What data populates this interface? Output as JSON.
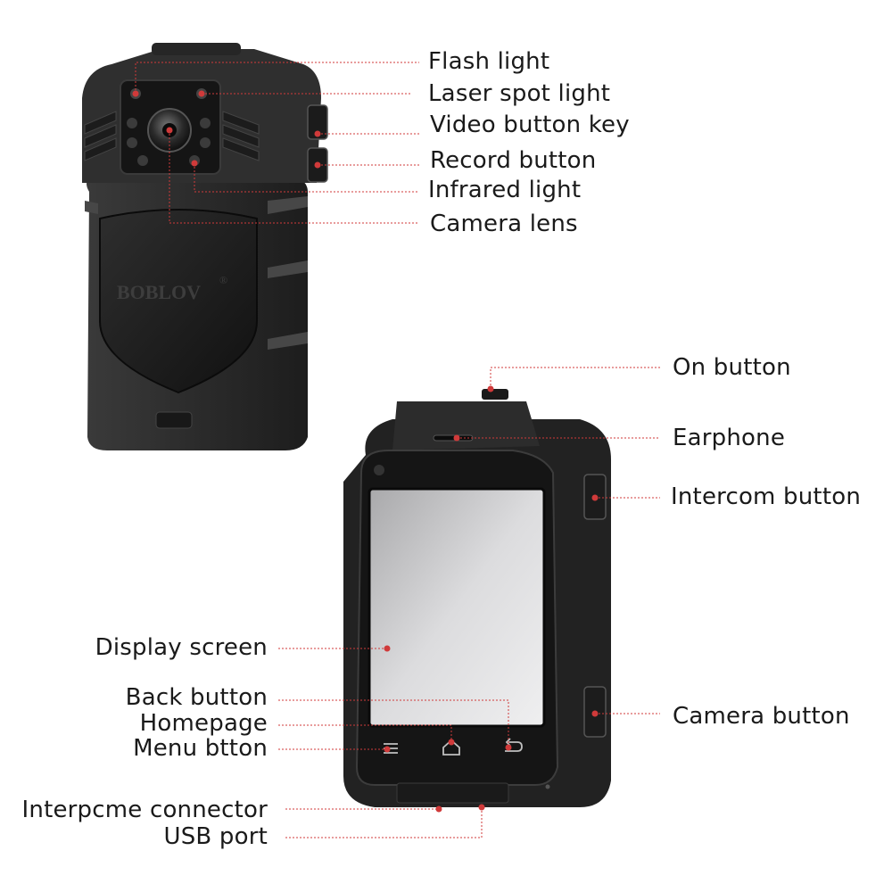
{
  "device_front": {
    "brand": "BOBLOV",
    "brand_mark": "®",
    "labels": {
      "flash_light": "Flash light",
      "laser_spot_light": "Laser spot light",
      "video_button_key": "Video button key",
      "record_button": "Record button",
      "infrared_light": "Infrared light",
      "camera_lens": "Camera lens"
    }
  },
  "device_back": {
    "labels": {
      "on_button": "On button",
      "earphone": "Earphone",
      "intercom_button": "Intercom button",
      "display_screen": "Display screen",
      "back_button": "Back button",
      "homepage": "Homepage",
      "menu_button": "Menu btton",
      "camera_button": "Camera button",
      "interface_connector": "Interpcme connector",
      "usb_port": "USB port"
    }
  },
  "colors": {
    "leader_line": "#d03a3a",
    "device_body": "#2a2a2a",
    "label_text": "#1a1a1a"
  }
}
